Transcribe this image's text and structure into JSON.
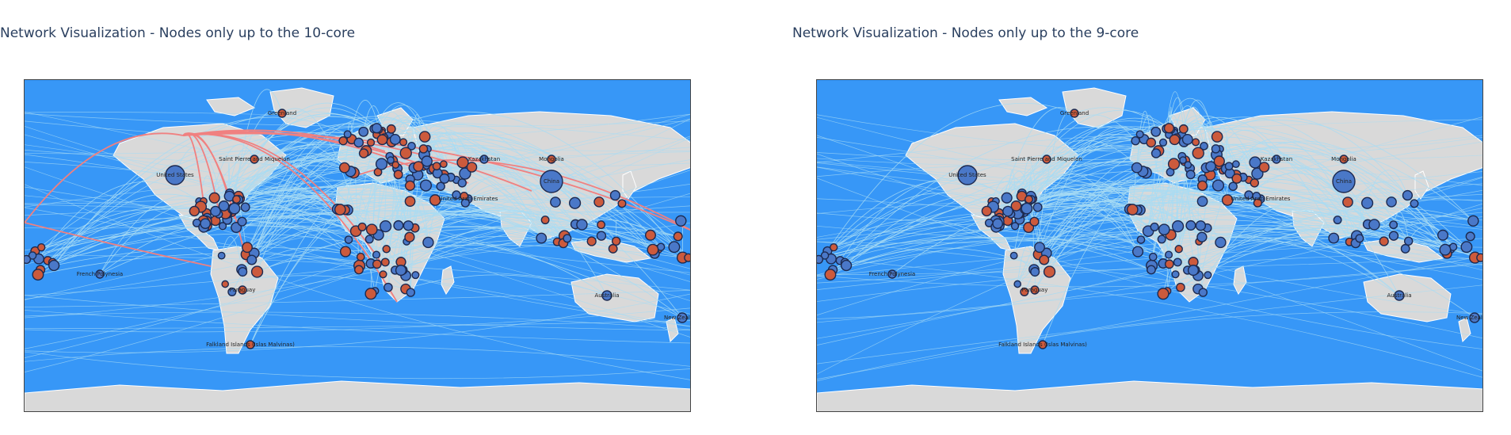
{
  "colors": {
    "ocean": "#3797f7",
    "land": "#d9d9d9",
    "coast": "#ffffff",
    "edge_light": "#a8dcf3",
    "edge_red": "#f08080",
    "node_blue": "#4a78c8",
    "node_red": "#cc5a3c",
    "node_stroke": "#1c2a50"
  },
  "panels": [
    {
      "title": "Network Visualization - Nodes only up to the 10-core",
      "show_red_edges": true
    },
    {
      "title": "Network Visualization - Nodes only up to the 9-core",
      "show_red_edges": false
    }
  ],
  "node_labels": {
    "greenland": "Greenland",
    "united_states": "United States",
    "saint_pierre": "Saint Pierre and Miquelon",
    "china": "China",
    "mongolia": "Mongolia",
    "kazakhstan": "Kazakhstan",
    "australia": "Australia",
    "falkland": "Falkland Islands (Islas Malvinas)",
    "french_polynesia": "French Polynesia",
    "paraguay": "Paraguay",
    "new_zealand": "New Zealand",
    "united_arab_emirates": "United Arab Emirates"
  }
}
